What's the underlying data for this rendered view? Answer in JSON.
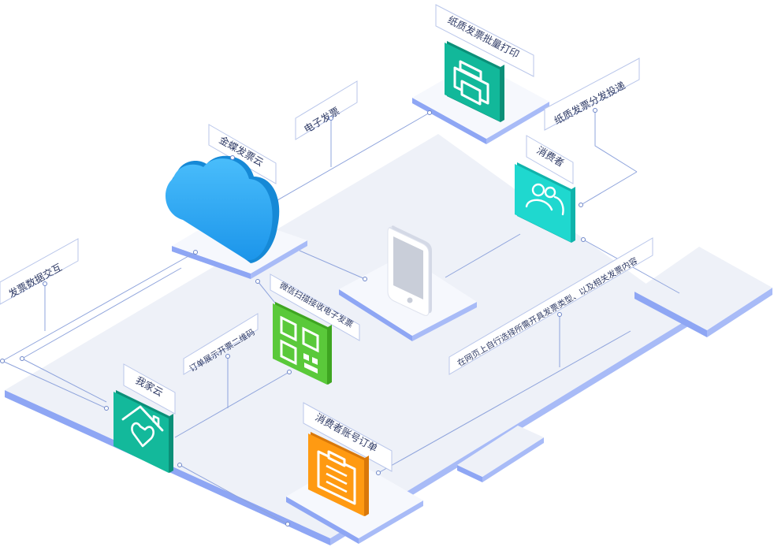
{
  "labels": {
    "paper_batch_print": "纸质发票批量打印",
    "paper_distribution": "纸质发票分发投递",
    "e_invoice": "电子发票",
    "kingdee_cloud": "金蝶发票云",
    "consumer": "消费者",
    "invoice_data_exchange": "发票数据交互",
    "wechat_scan": "微信扫描接收电子发票",
    "order_qrcode": "订单展示开票二维码",
    "wojia_cloud": "我家云",
    "consumer_order": "消费者账号订单",
    "web_select": "在网页上自行选择所需开具发票类型、以及相关发票内容"
  },
  "icons": {
    "cloud": "cloud-icon",
    "printer": "printer-icon",
    "consumer": "people-icon",
    "phone": "smartphone-icon",
    "qr": "qr-code-icon",
    "home": "home-icon",
    "order": "clipboard-icon"
  },
  "colors": {
    "cloud": "#2aa8f5",
    "printer": "#12b89a",
    "consumer": "#1fd8cf",
    "qr": "#5ac93a",
    "home": "#13b99b",
    "order": "#ff9a12",
    "platform_top": "#eef1f8",
    "platform_side": "#8ea6f4",
    "connector": "#8fa4dc"
  }
}
